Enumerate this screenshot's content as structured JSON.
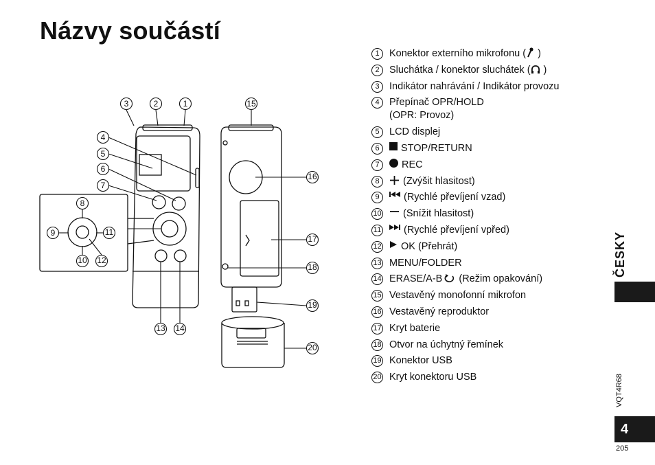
{
  "title": "Názvy součástí",
  "parts": [
    {
      "num": "1",
      "text": "Konektor externího mikrofonu (",
      "after": ")",
      "icon": "microphone-icon"
    },
    {
      "num": "2",
      "text": "Sluchátka / konektor sluchátek (",
      "after": ")",
      "icon": "headphones-icon"
    },
    {
      "num": "3",
      "text": "Indikátor nahrávání / Indikátor provozu"
    },
    {
      "num": "4",
      "text": "Přepínač OPR/HOLD\n(OPR: Provoz)"
    },
    {
      "num": "5",
      "text": "LCD displej"
    },
    {
      "num": "6",
      "text": "STOP/RETURN",
      "icon": "stop-square-icon"
    },
    {
      "num": "7",
      "text": "REC",
      "icon": "record-dot-icon"
    },
    {
      "num": "8",
      "text": "(Zvýšit hlasitost)",
      "icon": "plus-icon"
    },
    {
      "num": "9",
      "text": "(Rychlé převíjení vzad)",
      "icon": "rewind-icon"
    },
    {
      "num": "10",
      "text": "(Snížit hlasitost)",
      "icon": "minus-icon"
    },
    {
      "num": "11",
      "text": "(Rychlé převíjení vpřed)",
      "icon": "fast-forward-icon"
    },
    {
      "num": "12",
      "text": "OK (Přehrát)",
      "icon": "play-icon"
    },
    {
      "num": "13",
      "text": "MENU/FOLDER"
    },
    {
      "num": "14",
      "text": "ERASE/A-B",
      "after": "(Režim opakování)",
      "icon": "repeat-icon"
    },
    {
      "num": "15",
      "text": "Vestavěný monofonní mikrofon"
    },
    {
      "num": "16",
      "text": "Vestavěný reproduktor"
    },
    {
      "num": "17",
      "text": "Kryt baterie"
    },
    {
      "num": "18",
      "text": "Otvor na úchytný řemínek"
    },
    {
      "num": "19",
      "text": "Konektor USB"
    },
    {
      "num": "20",
      "text": "Kryt konektoru USB"
    }
  ],
  "diagram_labels": [
    "1",
    "2",
    "3",
    "4",
    "5",
    "6",
    "7",
    "8",
    "9",
    "10",
    "11",
    "12",
    "13",
    "14",
    "15",
    "16",
    "17",
    "18",
    "19",
    "20"
  ],
  "side": {
    "language": "ČESKY",
    "doc_code": "VQT4R68",
    "page_number": "4",
    "page_sub": "205"
  }
}
